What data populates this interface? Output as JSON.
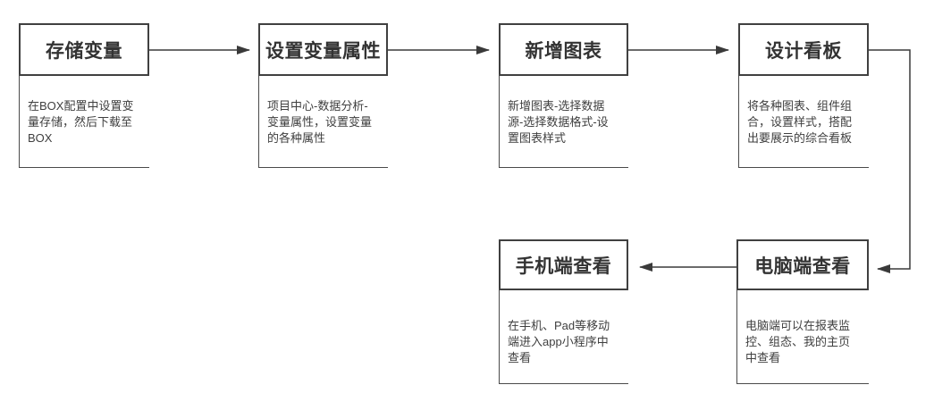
{
  "diagram": {
    "type": "flowchart",
    "background": "#ffffff"
  },
  "colors": {
    "node_border": "#404040",
    "body_border": "#4a4a4a",
    "title_text": "#333333",
    "body_text": "#3f3f3f",
    "arrow": "#3a3a3a"
  },
  "nodes": [
    {
      "id": "store-variables",
      "title": "存储变量",
      "description": "在BOX配置中设置变量存储，然后下载至BOX"
    },
    {
      "id": "set-variable-properties",
      "title": "设置变量属性",
      "description": "项目中心-数据分析-变量属性，设置变量的各种属性"
    },
    {
      "id": "add-chart",
      "title": "新增图表",
      "description": "新增图表-选择数据源-选择数据格式-设置图表样式"
    },
    {
      "id": "design-dashboard",
      "title": "设计看板",
      "description": "将各种图表、组件组合，设置样式，搭配出要展示的综合看板"
    },
    {
      "id": "view-on-pc",
      "title": "电脑端查看",
      "description": "电脑端可以在报表监控、组态、我的主页中查看"
    },
    {
      "id": "view-on-mobile",
      "title": "手机端查看",
      "description": "在手机、Pad等移动端进入app小程序中查看"
    }
  ],
  "connectors": [
    {
      "from": "store-variables",
      "to": "set-variable-properties"
    },
    {
      "from": "set-variable-properties",
      "to": "add-chart"
    },
    {
      "from": "add-chart",
      "to": "design-dashboard"
    },
    {
      "from": "design-dashboard",
      "to": "view-on-pc"
    },
    {
      "from": "view-on-pc",
      "to": "view-on-mobile"
    }
  ]
}
